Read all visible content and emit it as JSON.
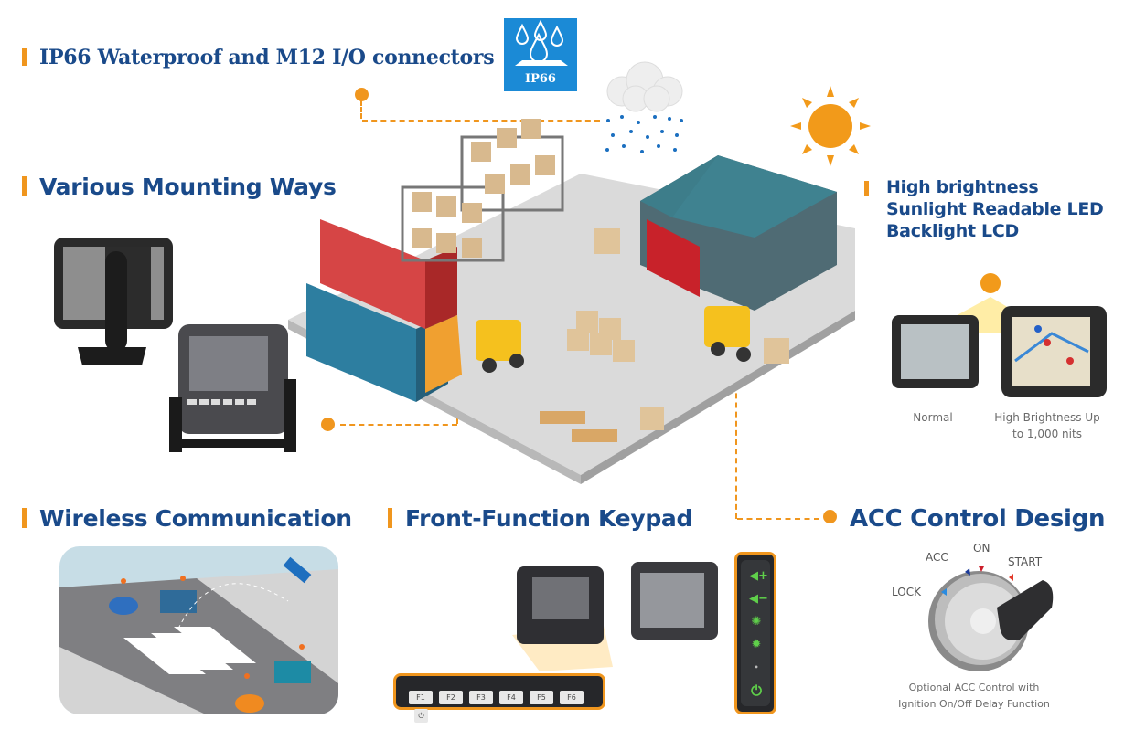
{
  "features": {
    "ip66": {
      "title": "IP66 Waterproof and M12 I/O connectors",
      "badge_label": "IP66"
    },
    "mounting": {
      "title": "Various Mounting Ways"
    },
    "brightness": {
      "title_lines": [
        "High brightness",
        "Sunlight Readable LED",
        "Backlight LCD"
      ],
      "caption_normal": "Normal",
      "caption_high_line1": "High Brightness Up",
      "caption_high_line2": "to 1,000 nits"
    },
    "wireless": {
      "title": "Wireless Communication"
    },
    "keypad": {
      "title": "Front-Function Keypad",
      "function_keys": [
        "F1",
        "F2",
        "F3",
        "F4",
        "F5",
        "F6"
      ],
      "side_keys": [
        "volume-up",
        "volume-down",
        "brightness-up",
        "brightness-down",
        "indicator",
        "power"
      ]
    },
    "acc": {
      "title": "ACC Control Design",
      "positions": [
        "LOCK",
        "ACC",
        "ON",
        "START"
      ],
      "caption_line1": "Optional ACC Control with",
      "caption_line2": "Ignition On/Off Delay Function"
    }
  },
  "colors": {
    "accent": "#f0961e",
    "heading": "#1a4a8a",
    "badge": "#1b8ad6"
  }
}
